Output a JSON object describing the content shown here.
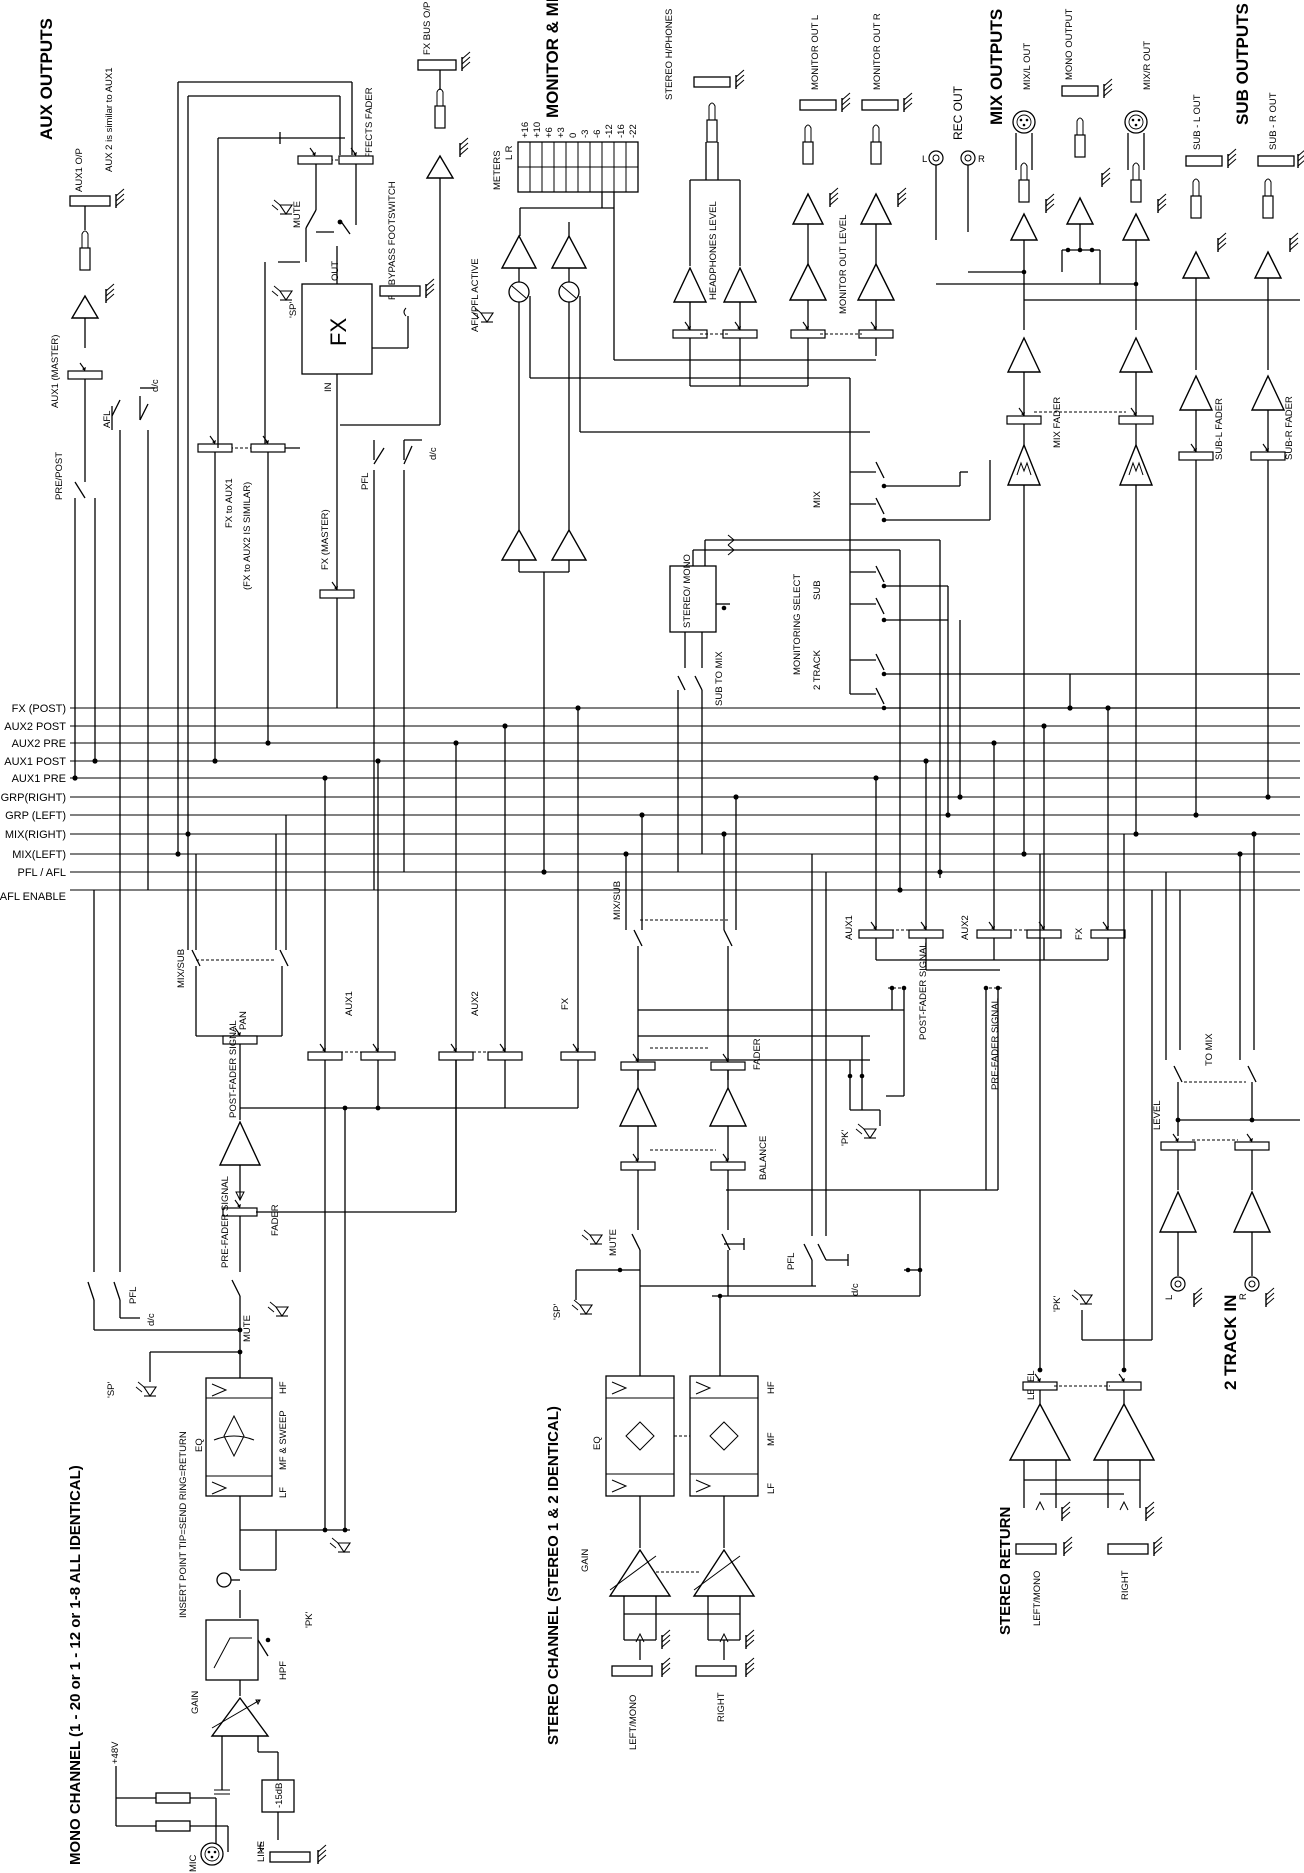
{
  "sections": {
    "aux_outputs": "AUX OUTPUTS",
    "monitor_meters": "MONITOR & METERS",
    "mix_outputs": "MIX OUTPUTS",
    "sub_outputs": "SUB OUTPUTS",
    "mono_channel": "MONO CHANNEL (1 - 20 or 1 - 12 or 1-8  ALL IDENTICAL)",
    "stereo_channel": "STEREO CHANNEL (STEREO 1 & 2 IDENTICAL)",
    "stereo_return": "STEREO RETURN",
    "two_track_in": "2 TRACK IN"
  },
  "aux": {
    "aux1_op": "AUX1 O/P",
    "aux2_note": "AUX 2 is similar to AUX1",
    "aux1_master": "AUX1 (MASTER)",
    "afl": "AFL",
    "dc": "d/c",
    "pre_post": "PRE/POST"
  },
  "fx": {
    "fx_bus_op": "FX BUS O/P",
    "effects_fader": "EFFECTS FADER",
    "mute": "MUTE",
    "sp": "'SP'",
    "out": "OUT",
    "fx": "FX",
    "in": "IN",
    "fx_bypass": "FX BYPASS FOOTSWITCH",
    "fx_to_aux1": "FX to AUX1",
    "fx_to_aux2": "(FX to AUX2 IS SIMILAR)",
    "fx_master": "FX (MASTER)",
    "pfl": "PFL",
    "dc": "d/c"
  },
  "monitor": {
    "meters": "METERS",
    "meters_lr": "L     R",
    "scale": [
      "+16",
      "+10",
      "+6",
      "+3",
      "0",
      "-3",
      "-6",
      "-12",
      "-16",
      "-22"
    ],
    "stereo_hphones": "STEREO H/PHONES",
    "headphones_level": "HEADPHONES LEVEL",
    "monitor_out_l": "MONITOR OUT L",
    "monitor_out_r": "MONITOR OUT R",
    "monitor_out_level": "MONITOR OUT LEVEL",
    "afl_pfl_active": "AFL/PFL ACTIVE",
    "rec_out": "REC OUT",
    "l": "L",
    "r": "R",
    "mix": "MIX",
    "sub": "SUB",
    "two_track": "2 TRACK",
    "monitoring_select": "MONITORING SELECT",
    "stereo_mono": "STEREO/ MONO",
    "sub_to_mix": "SUB TO MIX"
  },
  "mix": {
    "mix_l_out": "MIX/L OUT",
    "mono_output": "MONO OUTPUT",
    "mix_r_out": "MIX/R OUT",
    "mix_fader": "MIX FADER"
  },
  "sub": {
    "sub_l_out": "SUB - L OUT",
    "sub_r_out": "SUB - R OUT",
    "sub_l_fader": "SUB-L FADER",
    "sub_r_fader": "SUB-R FADER"
  },
  "buses": [
    "FX (POST)",
    "AUX2 POST",
    "AUX2 PRE",
    "AUX1 POST",
    "AUX1 PRE",
    "GRP(RIGHT)",
    "GRP (LEFT)",
    "MIX(RIGHT)",
    "MIX(LEFT)",
    "PFL / AFL",
    "PFL / AFL ENABLE"
  ],
  "mono": {
    "mix_sub": "MIX/SUB",
    "pan": "PAN",
    "aux1": "AUX1",
    "aux2": "AUX2",
    "fx": "FX",
    "post_fader": "POST-FADER SIGNAL",
    "fader": "FADER",
    "pre_fader": "PRE-FADER SIGNAL",
    "pfl": "PFL",
    "dc": "d/c",
    "mute": "MUTE",
    "sp": "'SP'",
    "eq": "EQ",
    "hf": "HF",
    "mf_sweep": "MF & SWEEP",
    "lf": "LF",
    "insert": "INSERT POINT TIP=SEND RING=RETURN",
    "pk": "'PK'",
    "hpf": "HPF",
    "gain": "GAIN",
    "phantom": "+48V",
    "pad": "-15dB",
    "mic": "MIC",
    "line": "LINE"
  },
  "stereo": {
    "mix_sub": "MIX/SUB",
    "aux1": "AUX1",
    "aux2": "AUX2",
    "fx": "FX",
    "post_fader": "POST-FADER SIGNAL",
    "pre_fader": "PRE-FADER SIGNAL",
    "fader": "FADER",
    "pk": "'PK'",
    "balance": "BALANCE",
    "mute": "MUTE",
    "pfl": "PFL",
    "dc": "d/c",
    "sp": "'SP'",
    "eq": "EQ",
    "hf": "HF",
    "mf": "MF",
    "lf": "LF",
    "gain": "GAIN",
    "left_mono": "LEFT/MONO",
    "right": "RIGHT"
  },
  "stereo_return": {
    "level": "LEVEL",
    "pk": "'PK'",
    "left_mono": "LEFT/MONO",
    "right": "RIGHT"
  },
  "two_track": {
    "to_mix": "TO MIX",
    "level": "LEVEL",
    "l": "L",
    "r": "R"
  }
}
